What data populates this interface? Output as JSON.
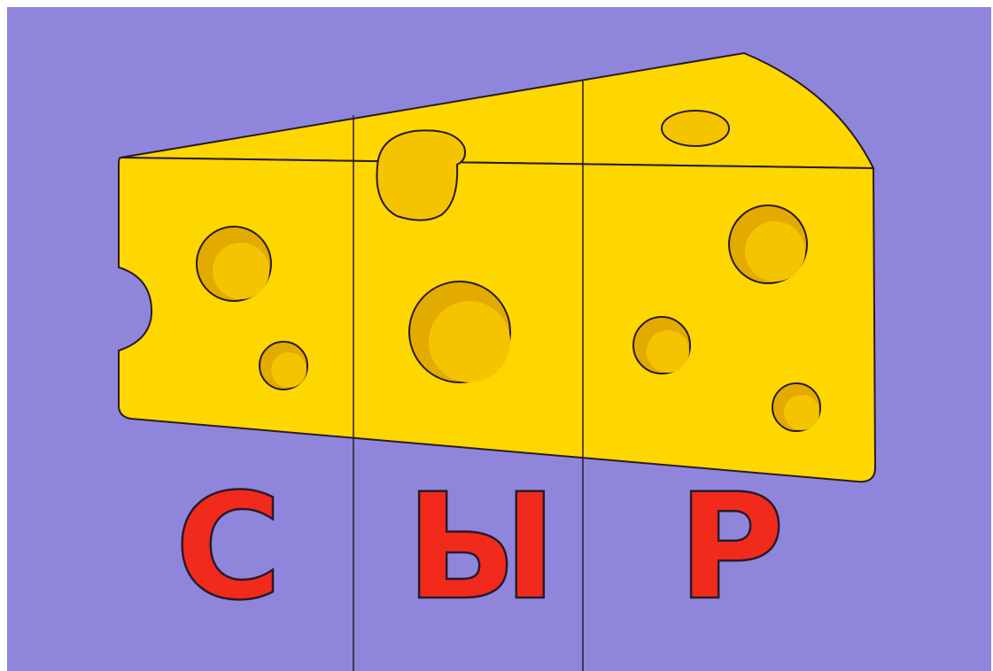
{
  "word": {
    "letters": [
      "С",
      "Ы",
      "Р"
    ]
  },
  "colors": {
    "background": "#8f86dc",
    "cheese": "#ffd700",
    "cheese_hole": "#f5c400",
    "hole_shadow": "#e3ab00",
    "outline": "#2a1a2a",
    "letter": "#f22a1c"
  },
  "icons": [
    "cheese-wedge-icon"
  ]
}
